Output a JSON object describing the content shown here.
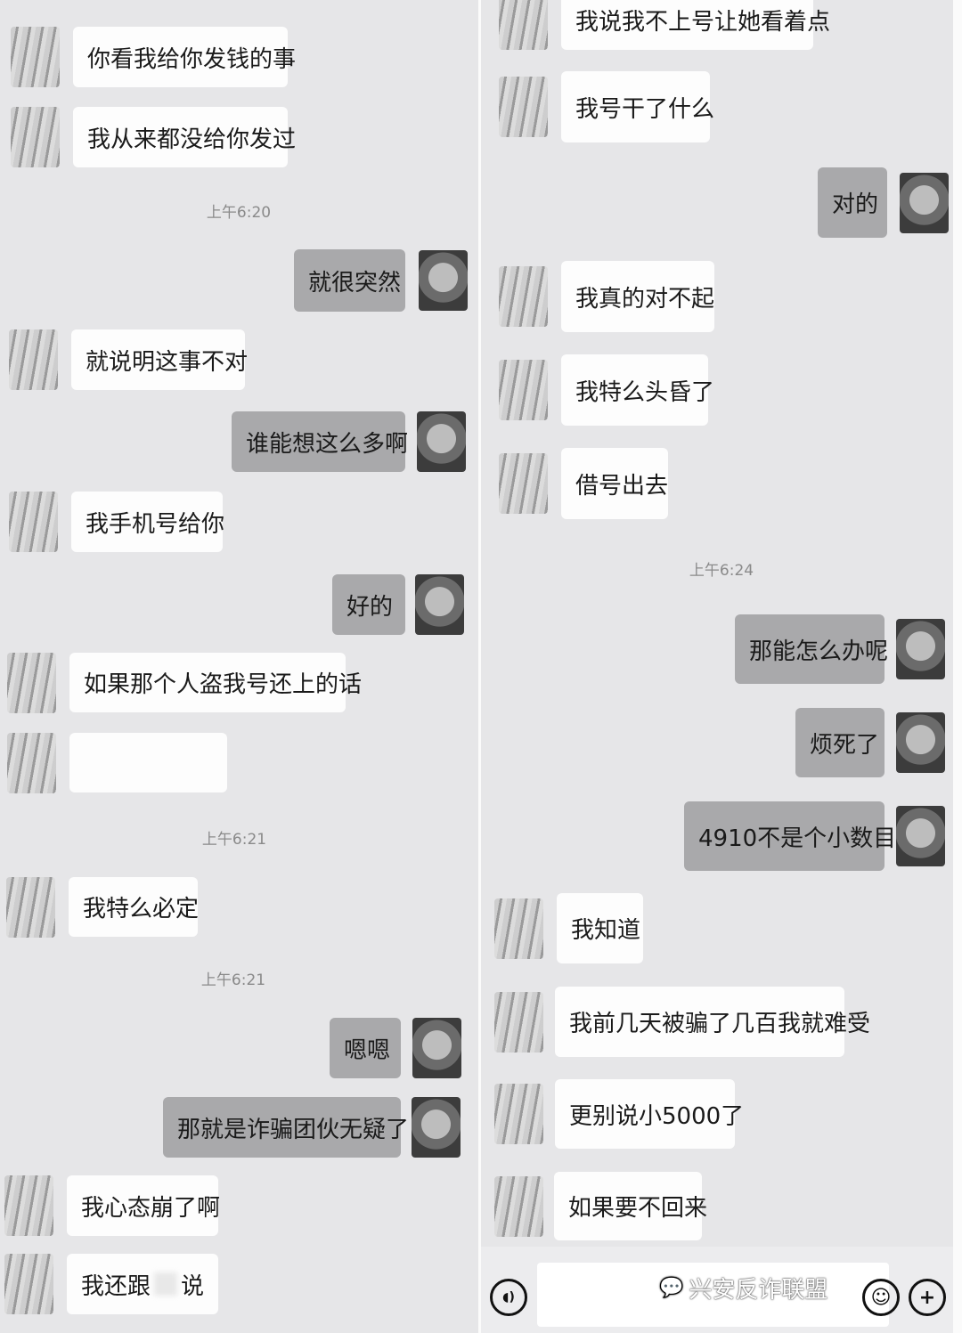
{
  "left": {
    "items": [
      {
        "type": "msg",
        "side": "in",
        "text": "你看我给你发钱的事"
      },
      {
        "type": "msg",
        "side": "in",
        "text": "我从来都没给你发过"
      },
      {
        "type": "time",
        "text": "上午6:20"
      },
      {
        "type": "msg",
        "side": "out",
        "text": "就很突然"
      },
      {
        "type": "msg",
        "side": "in",
        "text": "就说明这事不对"
      },
      {
        "type": "msg",
        "side": "out",
        "text": "谁能想这么多啊"
      },
      {
        "type": "msg",
        "side": "in",
        "text": "我手机号给你"
      },
      {
        "type": "msg",
        "side": "out",
        "text": "好的"
      },
      {
        "type": "msg",
        "side": "in",
        "text": "如果那个人盗我号还上的话"
      },
      {
        "type": "msg",
        "side": "in",
        "text": ""
      },
      {
        "type": "time",
        "text": "上午6:21"
      },
      {
        "type": "msg",
        "side": "in",
        "text": "我特么必定"
      },
      {
        "type": "time",
        "text": "上午6:21"
      },
      {
        "type": "msg",
        "side": "out",
        "text": "嗯嗯"
      },
      {
        "type": "msg",
        "side": "out",
        "text": "那就是诈骗团伙无疑了"
      },
      {
        "type": "msg",
        "side": "in",
        "text": "我心态崩了啊"
      },
      {
        "type": "msg",
        "side": "in",
        "text": "我还跟",
        "text_after": "说"
      }
    ]
  },
  "right": {
    "items": [
      {
        "type": "msg",
        "side": "in",
        "text": "我说我不上号让她看着点"
      },
      {
        "type": "msg",
        "side": "in",
        "text": "我号干了什么"
      },
      {
        "type": "msg",
        "side": "out",
        "text": "对的"
      },
      {
        "type": "msg",
        "side": "in",
        "text": "我真的对不起"
      },
      {
        "type": "msg",
        "side": "in",
        "text": "我特么头昏了"
      },
      {
        "type": "msg",
        "side": "in",
        "text": "借号出去"
      },
      {
        "type": "time",
        "text": "上午6:24"
      },
      {
        "type": "msg",
        "side": "out",
        "text": "那能怎么办呢"
      },
      {
        "type": "msg",
        "side": "out",
        "text": "烦死了"
      },
      {
        "type": "msg",
        "side": "out",
        "text": "4910不是个小数目"
      },
      {
        "type": "msg",
        "side": "in",
        "text": "我知道"
      },
      {
        "type": "msg",
        "side": "in",
        "text": "我前几天被骗了几百我就难受"
      },
      {
        "type": "msg",
        "side": "in",
        "text": "更别说小5000了"
      },
      {
        "type": "msg",
        "side": "in",
        "text": "如果要不回来"
      }
    ]
  },
  "input_bar": {
    "voice_icon": "voice-icon",
    "emoji_icon": "emoji-icon",
    "plus_icon": "plus-icon",
    "emoji_glyph": "☺",
    "plus_glyph": "+",
    "voice_glyph": "◖)"
  },
  "watermark": {
    "text": "兴安反诈联盟",
    "icon": "wechat-icon"
  }
}
